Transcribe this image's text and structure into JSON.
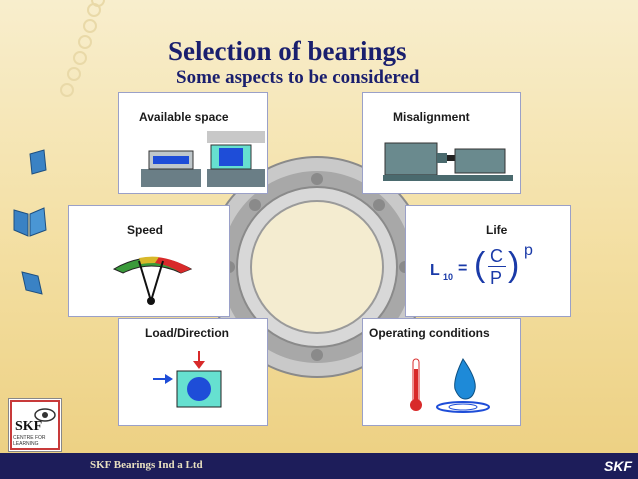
{
  "slide": {
    "title": "Selection of bearings",
    "subtitle": "Some aspects to be considered"
  },
  "panels": {
    "available_space": "Available space",
    "misalignment": "Misalignment",
    "speed": "Speed",
    "life": "Life",
    "load_direction": "Load/Direction",
    "operating_conditions": "Operating conditions"
  },
  "formula": {
    "lhs": "L",
    "subscript": "10",
    "equals": "=",
    "numerator": "C",
    "denominator": "P",
    "exponent": "p"
  },
  "footer": {
    "company": "SKF Bearings Ind a Ltd",
    "brand": "SKF"
  },
  "logo": {
    "text": "SKF",
    "sub": "CENTRE FOR LEARNING"
  },
  "colors": {
    "title": "#1a1f6e",
    "footer_bg": "#1d1d5a",
    "panel_border": "#9aa0c8"
  }
}
